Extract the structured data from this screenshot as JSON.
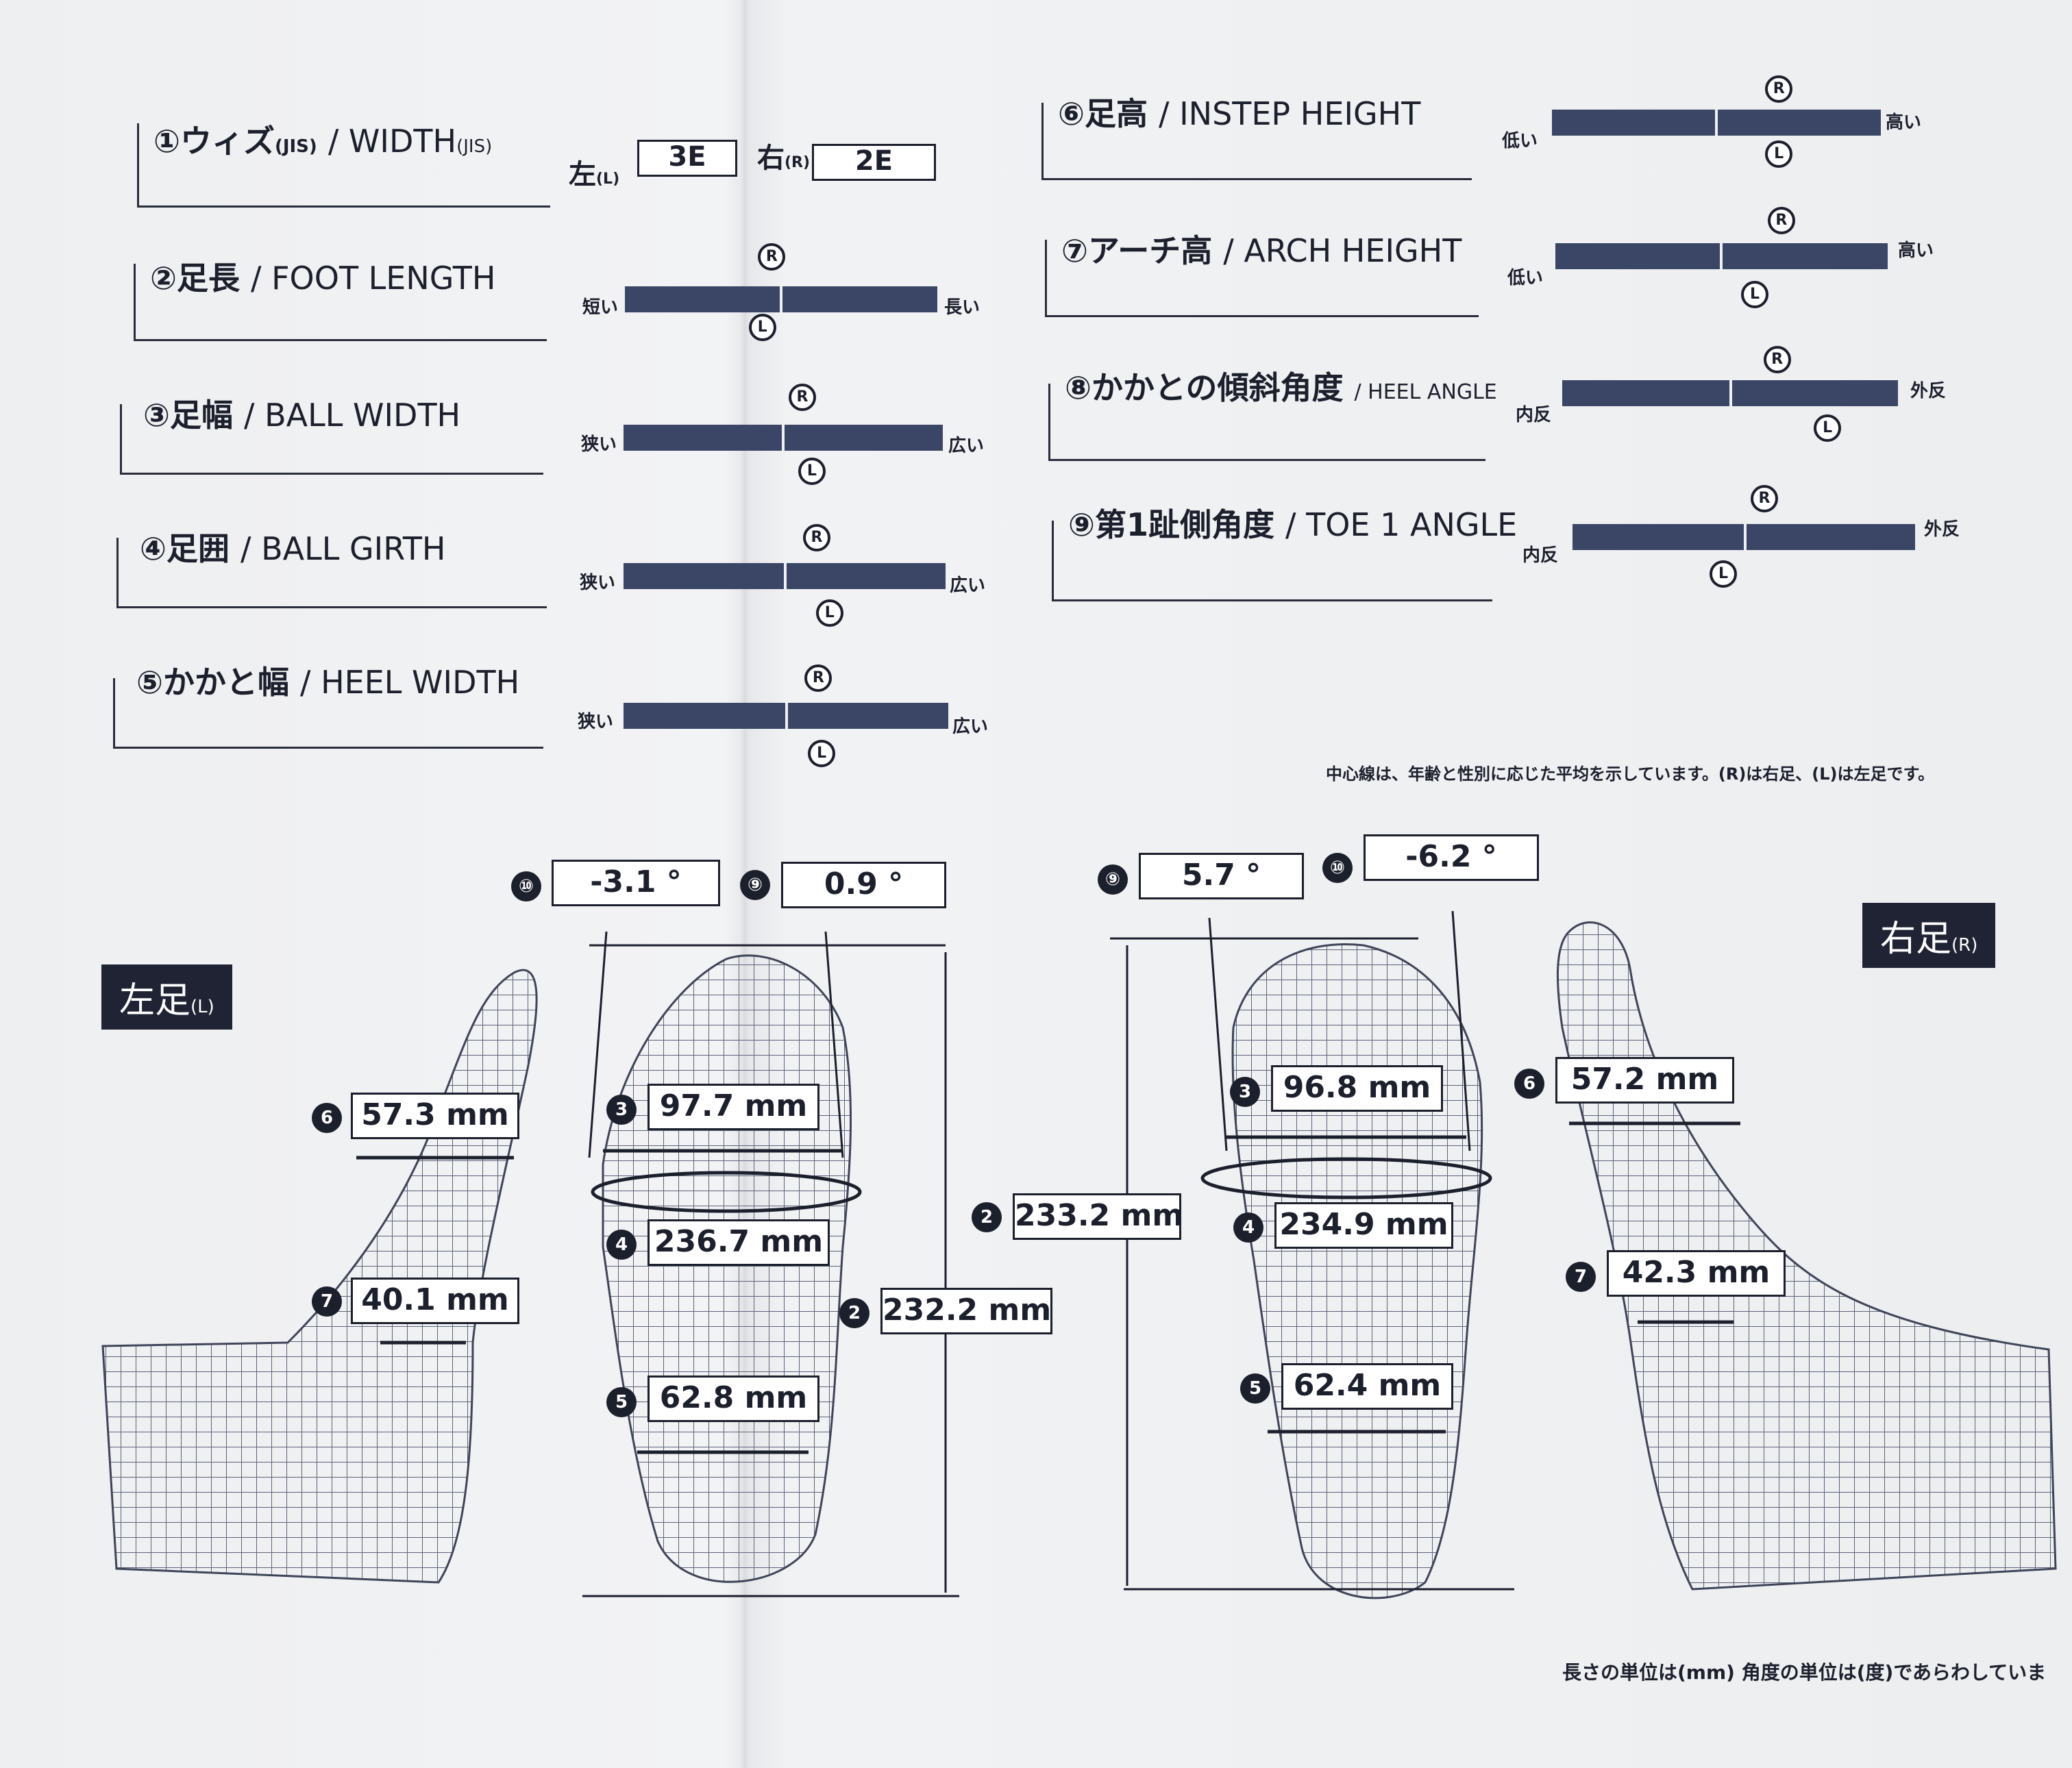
{
  "measures": {
    "m1": {
      "marker": "①",
      "ja": "ウィズ",
      "ja_sub": "(JIS)",
      "en": "/ WIDTH",
      "en_sub": "(JIS)",
      "left_label": "左",
      "left_sub": "(L)",
      "left_value": "3E",
      "right_label": "右",
      "right_sub": "(R)",
      "right_value": "2E"
    },
    "m2": {
      "marker": "②",
      "ja": "足長",
      "en": "/ FOOT LENGTH",
      "low": "短い",
      "high": "長い",
      "r_pos": 0.47,
      "l_pos": 0.44
    },
    "m3": {
      "marker": "③",
      "ja": "足幅",
      "en": "/ BALL WIDTH",
      "low": "狭い",
      "high": "広い",
      "r_pos": 0.56,
      "l_pos": 0.59
    },
    "m4": {
      "marker": "④",
      "ja": "足囲",
      "en": "/ BALL GIRTH",
      "low": "狭い",
      "high": "広い",
      "r_pos": 0.6,
      "l_pos": 0.64
    },
    "m5": {
      "marker": "⑤",
      "ja": "かかと幅",
      "en": "/ HEEL WIDTH",
      "low": "狭い",
      "high": "広い",
      "r_pos": 0.6,
      "l_pos": 0.61
    },
    "m6": {
      "marker": "⑥",
      "ja": "足高",
      "en": "/ INSTEP HEIGHT",
      "low": "低い",
      "high": "高い",
      "r_pos": 0.69,
      "l_pos": 0.69
    },
    "m7": {
      "marker": "⑦",
      "ja": "アーチ高",
      "en": "/ ARCH HEIGHT",
      "low": "低い",
      "high": "高い",
      "r_pos": 0.68,
      "l_pos": 0.6
    },
    "m8": {
      "marker": "⑧",
      "ja": "かかとの傾斜角度",
      "en": "/ HEEL ANGLE",
      "low": "内反",
      "high": "外反",
      "r_pos": 0.64,
      "l_pos": 0.79
    },
    "m9": {
      "marker": "⑨",
      "ja": "第1趾側角度",
      "en": "/ TOE 1 ANGLE",
      "low": "内反",
      "high": "外反",
      "r_pos": 0.56,
      "l_pos": 0.44
    }
  },
  "pins": {
    "r": "R",
    "l": "L"
  },
  "note_center": "中心線は、年齢と性別に応じた平均を示しています。(R)は右足、(L)は左足です。",
  "note_units": "長さの単位は(mm) 角度の単位は(度)であらわしていま",
  "left_foot": {
    "tag": "左足",
    "tag_sub": "(L)",
    "angles": [
      {
        "num": "⑩",
        "value": "-3.1 °"
      },
      {
        "num": "⑨",
        "value": "0.9 °"
      }
    ],
    "m6": {
      "num": "6",
      "value": "57.3 mm"
    },
    "m7": {
      "num": "7",
      "value": "40.1 mm"
    },
    "m3": {
      "num": "3",
      "value": "97.7 mm"
    },
    "m4": {
      "num": "4",
      "value": "236.7 mm"
    },
    "m5": {
      "num": "5",
      "value": "62.8 mm"
    },
    "m2": {
      "num": "2",
      "value": "232.2 mm"
    }
  },
  "right_foot": {
    "tag": "右足",
    "tag_sub": "(R)",
    "angles": [
      {
        "num": "⑨",
        "value": "5.7 °"
      },
      {
        "num": "⑩",
        "value": "-6.2 °"
      }
    ],
    "m2": {
      "num": "2",
      "value": "233.2 mm"
    },
    "m3": {
      "num": "3",
      "value": "96.8 mm"
    },
    "m4": {
      "num": "4",
      "value": "234.9 mm"
    },
    "m5": {
      "num": "5",
      "value": "62.4 mm"
    },
    "m6": {
      "num": "6",
      "value": "57.2 mm"
    },
    "m7": {
      "num": "7",
      "value": "42.3 mm"
    }
  },
  "colors": {
    "bar": "#3b4565",
    "ink": "#1c1f2c",
    "paper": "#eeeff1"
  }
}
